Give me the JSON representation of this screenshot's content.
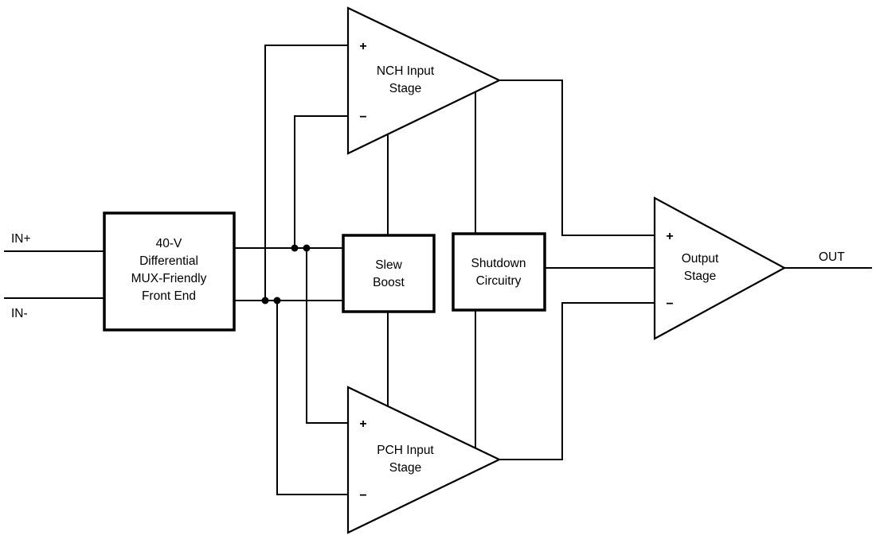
{
  "labels": {
    "in_plus": "IN+",
    "in_minus": "IN-",
    "out": "OUT"
  },
  "blocks": {
    "front_end": {
      "line1": "40-V",
      "line2": "Differential",
      "line3": "MUX-Friendly",
      "line4": "Front End"
    },
    "slew_boost": {
      "line1": "Slew",
      "line2": "Boost"
    },
    "shutdown": {
      "line1": "Shutdown",
      "line2": "Circuitry"
    }
  },
  "amplifiers": {
    "nch": {
      "line1": "NCH Input",
      "line2": "Stage",
      "plus": "+",
      "minus": "−"
    },
    "pch": {
      "line1": "PCH Input",
      "line2": "Stage",
      "plus": "+",
      "minus": "−"
    },
    "output_stage": {
      "line1": "Output",
      "line2": "Stage",
      "plus": "+",
      "minus": "−"
    }
  },
  "colors": {
    "stroke": "#000000",
    "background": "#ffffff"
  }
}
